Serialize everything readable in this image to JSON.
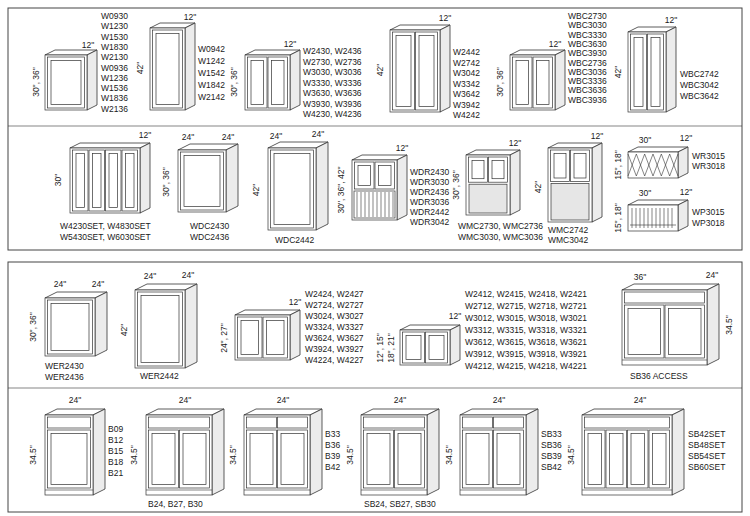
{
  "diagram": {
    "labels": [
      "12\"",
      "30\", 36\"",
      "W0930",
      "W1230",
      "W1530",
      "W1830",
      "W2130",
      "W0936",
      "W1236",
      "W1536",
      "W1836",
      "W2136",
      "12\"",
      "42\"",
      "W0942",
      "W1242",
      "W1542",
      "W1842",
      "W2142",
      "12\"",
      "30\", 36\"",
      "W2430, W2436",
      "W2730, W2736",
      "W3030, W3036",
      "W3330, W3336",
      "W3630, W3636",
      "W3930, W3936",
      "W4230, W4236",
      "12\"",
      "42\"",
      "W2442",
      "W2742",
      "W3042",
      "W3342",
      "W3642",
      "W3942",
      "W4242",
      "12\"",
      "30\", 36\"",
      "WBC2730",
      "WBC3030",
      "WBC3330",
      "WBC3630",
      "WBC3930",
      "WBC2736",
      "WBC3036",
      "WBC3336",
      "WBC3636",
      "WBC3936",
      "12\"",
      "42\"",
      "WBC2742",
      "WBC3042",
      "WBC3642",
      "12\"",
      "30\"",
      "W4230SET, W4830SET",
      "W5430SET, W6030SET",
      "24\"",
      "24\"",
      "30\", 36\"",
      "WDC2430",
      "WDC2436",
      "24\"",
      "24\"",
      "42\"",
      "WDC2442",
      "12\"",
      "30\", 36\", 42\"",
      "WDR2430",
      "WDR3030",
      "WDR2436",
      "WDR3036",
      "WDR2442",
      "WDR3042",
      "12\"",
      "30\", 36\"",
      "WMC2730, WMC2736",
      "WMC3030, WMC3036",
      "12\"",
      "42\"",
      "WMC2742",
      "WMC3042",
      "30\"",
      "12\"",
      "15\", 18\"",
      "WR3015",
      "WR3018",
      "30\"",
      "12\"",
      "15\", 18\"",
      "WP3015",
      "WP3018",
      "24\"",
      "24\"",
      "30\", 36\"",
      "WER2430",
      "WER2436",
      "24\"",
      "24\"",
      "42\"",
      "WER2442",
      "12\"",
      "24\", 27\"",
      "W2424, W2427",
      "W2724, W2727",
      "W3024, W3027",
      "W3324, W3327",
      "W3624, W3627",
      "W3924, W3927",
      "W4224, W4227",
      "12\"",
      "12\", 15\"",
      "18\", 21\"",
      "W2412, W2415, W2418, W2421",
      "W2712, W2715, W2718, W2721",
      "W3012, W3015, W3018, W3021",
      "W3312, W3315, W3318, W3321",
      "W3612, W3615, W3618, W3621",
      "W3912, W3915, W3918, W3921",
      "W4212, W4215, W4218, W4221",
      "36\"",
      "24\"",
      "34.5\"",
      "SB36 ACCESS",
      "24\"",
      "34.5\"",
      "B09",
      "B12",
      "B15",
      "B18",
      "B21",
      "24\"",
      "34.5\"",
      "B24, B27, B30",
      "24\"",
      "34.5\"",
      "B33",
      "B36",
      "B39",
      "B42",
      "24\"",
      "34.5\"",
      "SB24, SB27, SB30",
      "24\"",
      "34.5\"",
      "SB33",
      "SB36",
      "SB39",
      "SB42",
      "24\"",
      "34.5\"",
      "SB42SET",
      "SB48SET",
      "SB54SET",
      "SB60SET"
    ]
  }
}
